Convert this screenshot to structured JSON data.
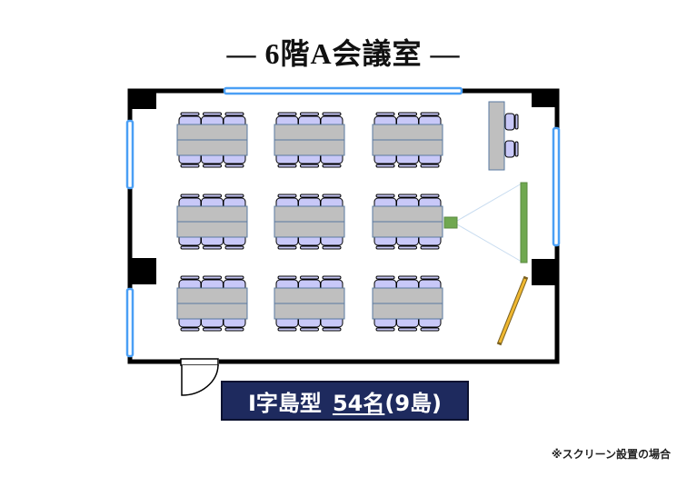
{
  "title": "— 6階A会議室 —",
  "layout_label": {
    "type": "I字島型",
    "capacity": "54名",
    "islands": "(9島)"
  },
  "footnote": "※スクリーン設置の場合",
  "seating": {
    "island_rows": 3,
    "island_cols": 3,
    "chairs_per_side": 3
  },
  "colors": {
    "wall": "#000000",
    "window": "#4a9ff5",
    "table": "#bfbfbf",
    "table_border": "#5a7aa0",
    "chair": "#c8c8f8",
    "screen": "#70a850",
    "whiteboard": "#f0b830",
    "label_bg": "#1e2a5e"
  }
}
